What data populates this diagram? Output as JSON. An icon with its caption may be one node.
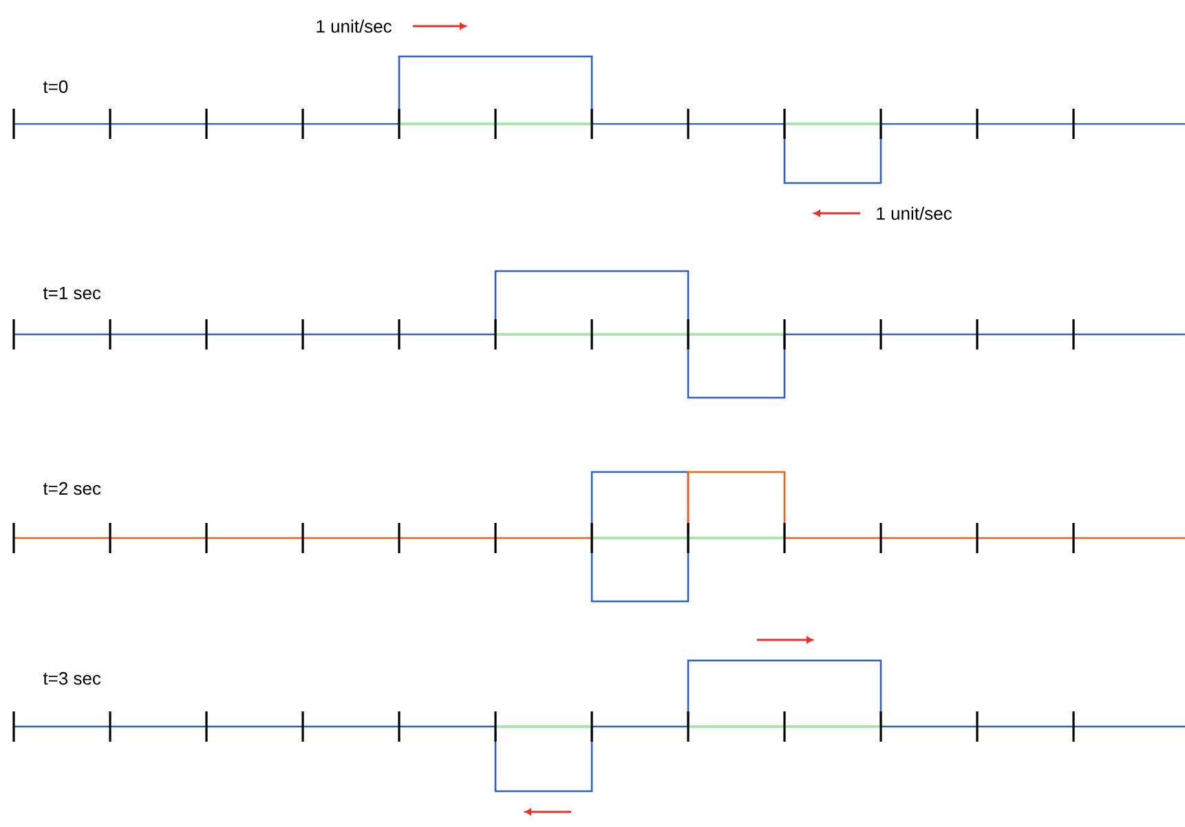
{
  "diagram": {
    "labels": [
      "1 unit/sec",
      "t=0",
      "1 unit/sec",
      "t=1 sec",
      "t=2 sec",
      "t=3 sec"
    ]
  }
}
